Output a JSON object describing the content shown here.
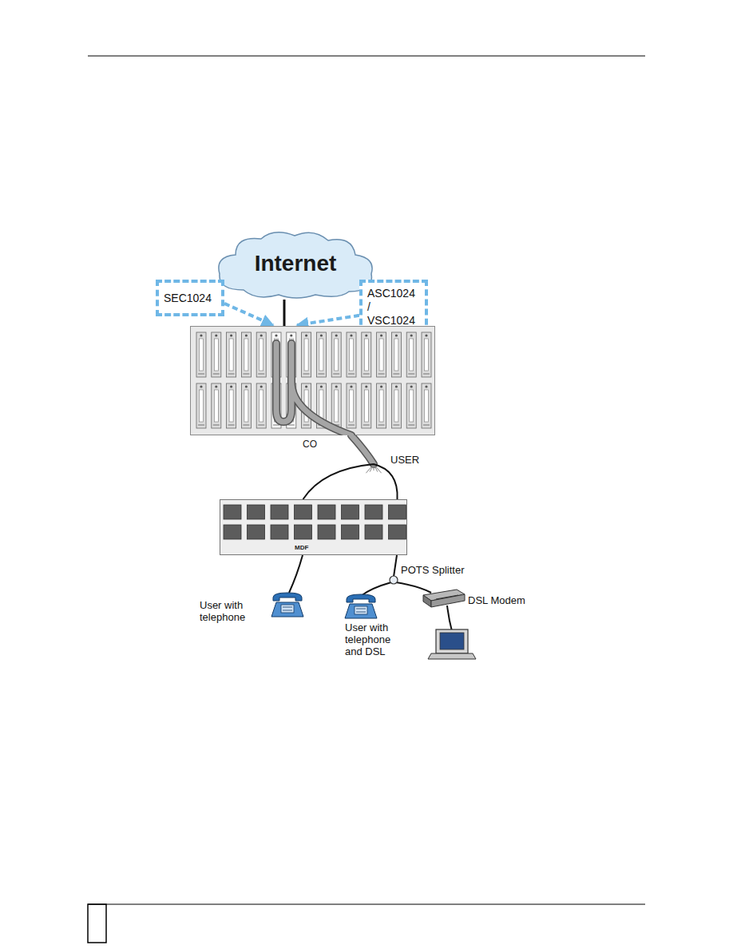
{
  "diagram": {
    "nodes": [
      {
        "text": [
          "Internet"
        ]
      },
      {
        "text": [
          "SEC1024"
        ]
      },
      {
        "text": [
          "ASC1024 / VSC1024"
        ]
      },
      {
        "text": [
          "CO"
        ]
      },
      {
        "text": [
          "MDF"
        ]
      }
    ],
    "edges": [
      {
        "from": 0,
        "to": 3,
        "arrow": "none"
      },
      {
        "from": 1,
        "to": 3,
        "arrow": "to"
      },
      {
        "from": 2,
        "to": 3,
        "arrow": "to"
      },
      {
        "from": 3,
        "to": 4,
        "arrow": "none"
      }
    ],
    "labels": [
      "USER",
      "POTS Splitter",
      "DSL Modem",
      "User with telephone",
      "User with telephone and DSL"
    ]
  }
}
